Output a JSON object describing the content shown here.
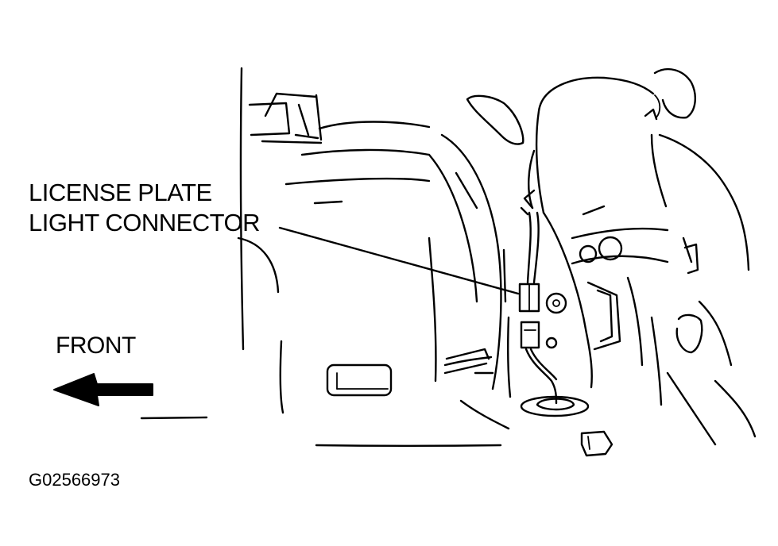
{
  "callout": {
    "line1": "LICENSE PLATE",
    "line2": "LIGHT CONNECTOR"
  },
  "front_label": "FRONT",
  "figure_id": "G02566973",
  "colors": {
    "ink": "#000000",
    "background": "#ffffff"
  }
}
